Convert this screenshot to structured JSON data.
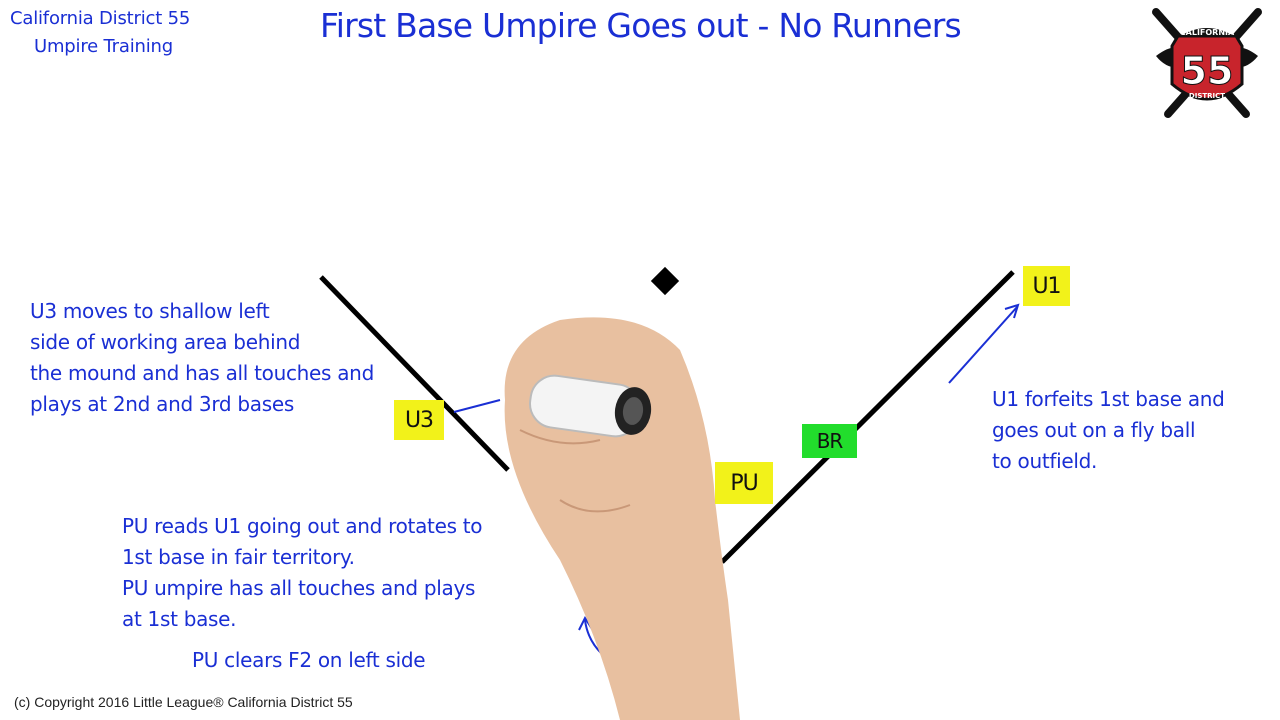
{
  "header": {
    "org_line1": "California District 55",
    "org_line2": "Umpire Training",
    "title": "First Base Umpire Goes out - No Runners"
  },
  "logo": {
    "icon": "district-55-crossed-bats-logo",
    "text_top": "CALIFORNIA",
    "number": "55",
    "text_bottom": "DISTRICT"
  },
  "umpires": {
    "u3": "U3",
    "u1": "U1",
    "pu": "PU",
    "br": "BR"
  },
  "notes": {
    "u3": "U3 moves to shallow left\nside of working area behind\nthe mound and has all touches and\nplays at 2nd and 3rd bases",
    "u1": "U1 forfeits 1st base and\ngoes out on a fly ball\nto outfield.",
    "pu": "PU reads U1 going out and rotates to\n1st base in fair territory.\nPU umpire has all touches and plays\nat 1st base.",
    "f2": "PU clears F2 on left side"
  },
  "footer": {
    "copyright": "(c) Copyright 2016 Little League® California District 55"
  },
  "colors": {
    "ink_blue": "#1a2fd4",
    "tag_yellow": "#f2f21a",
    "tag_green": "#22dd2c"
  }
}
